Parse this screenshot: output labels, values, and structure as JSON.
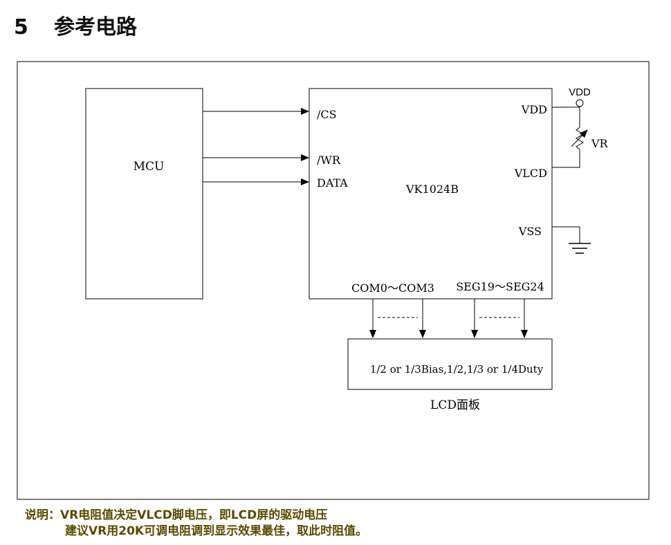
{
  "section": {
    "number": "5",
    "title": "参考电路"
  },
  "mcu": {
    "label": "MCU"
  },
  "chip": {
    "name": "VK1024B",
    "pins_left": [
      "/CS",
      "/WR",
      "DATA"
    ],
    "pin_vdd": "VDD",
    "pin_vlcd": "VLCD",
    "pin_vss": "VSS",
    "com_range": "COM0～COM3",
    "seg_range": "SEG19～SEG24"
  },
  "supply": {
    "label": "VDD"
  },
  "resistor": {
    "label": "VR"
  },
  "lcd": {
    "spec": "1/2 or 1/3Bias,1/2,1/3 or 1/4Duty",
    "caption": "LCD面板"
  },
  "note": {
    "line1": "说明：VR电阻值决定VLCD脚电压，即LCD屏的驱动电压",
    "line2": "建议VR用20K可调电阻调到显示效果最佳，取此时阻值。"
  },
  "colors": {
    "line": "#000000",
    "note_text": "#5a4a00"
  }
}
